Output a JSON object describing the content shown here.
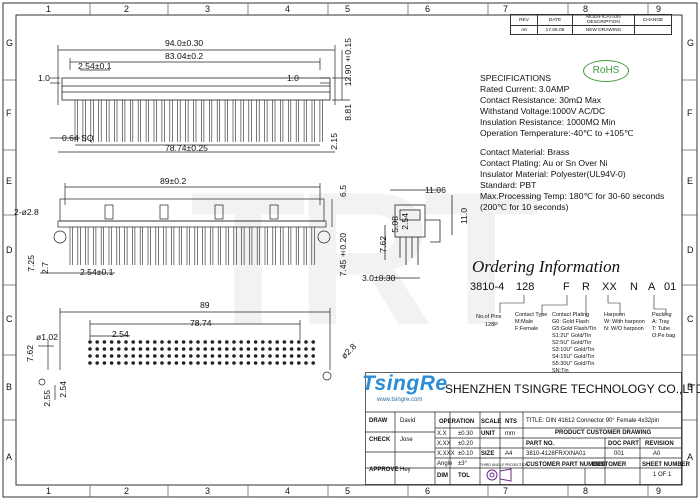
{
  "frame": {
    "cols_top": [
      "1",
      "2",
      "3",
      "4",
      "5",
      "6",
      "7",
      "8",
      "9"
    ],
    "rows_left": [
      "G",
      "F",
      "E",
      "D",
      "C",
      "B",
      "A"
    ]
  },
  "revision_table": {
    "headers": [
      "REV",
      "DATE",
      "MODIFICATION DESCRIPTION",
      "CHANGE"
    ],
    "row": [
      "A0",
      "17.05.08",
      "NEW DRAWING",
      ""
    ]
  },
  "rohs": "RoHS",
  "specifications": {
    "title": "SPECIFICATIONS",
    "lines": [
      "Rated Current: 3.0AMP",
      "Contact Resistance: 30mΩ Max",
      "Withstand Voltage:1000V AC/DC",
      "Insulation Resistance: 1000MΩ Min",
      "Operation Temperature:-40℃ to +105℃"
    ],
    "lines2": [
      "Contact Material: Brass",
      "Contact Plating: Au or Sn Over Ni",
      "Insulator Material: Polyester(UL94V-0)",
      "Standard:            PBT",
      "Max.Processing Temp: 180℃ for 30-60 seconds",
      "                      (200℃ for 10 seconds)"
    ]
  },
  "dimensions": {
    "top_view": [
      "94.0±0.30",
      "83.04±0.2",
      "2.54±0.1",
      "1.0",
      "1.0",
      "12.90±0.15",
      "8.81",
      "0.64 SQ",
      "78.74±0.25",
      "2.15"
    ],
    "front_view": [
      "89±0.2",
      "2-ø2.8",
      "6.5",
      "7.25",
      "2.7",
      "2.54±0.1",
      "7.45±0.20"
    ],
    "side_view": [
      "11.06",
      "11.0",
      "5.08",
      "2.54",
      "7.62",
      "3.0±0.30"
    ],
    "pcb_view": [
      "89",
      "78.74",
      "2.54",
      "ø1.02",
      "7.62",
      "2.55",
      "2.54",
      "ø2.8"
    ]
  },
  "ordering": {
    "title": "Ordering Information",
    "code": [
      "3810-4",
      "128",
      "F",
      "R",
      "XX",
      "N",
      "A",
      "01"
    ],
    "groups": [
      {
        "head": "No.of Pins",
        "items": [
          "128P"
        ]
      },
      {
        "head": "Contact Type",
        "items": [
          "M:Male",
          "F:Female"
        ]
      },
      {
        "head": "Contact Plating",
        "items": [
          "G0: Gold Flash",
          "G5:Gold Flash/Tin",
          "S1:2U\" Gold/Tin",
          "S2:5U\" Gold/Tin",
          "S3:10U\" Gold/Tin",
          "S4:15U\" Gold/Tin",
          "S5:30U\" Gold/Tin",
          "SN:Tin"
        ]
      },
      {
        "head": "Harpoon",
        "items": [
          "W: With harpoon",
          "N: W/O harpoon"
        ]
      },
      {
        "head": "Packing",
        "items": [
          "A: Tray",
          "T: Tube",
          "O:Pe bag"
        ]
      }
    ]
  },
  "title_block": {
    "logo": "TsingRe",
    "website": "www.tsingre.com",
    "company": "SHENZHEN TSINGRE TECHNOLOGY CO.,LTD",
    "operation": "OPERATION",
    "scale_label": "SCALE",
    "scale_value": "NTS",
    "unit_label": "UNIT",
    "unit_value": "mm",
    "size_label": "SIZE",
    "size_value": "A4",
    "tol_rows": [
      [
        "X.X",
        "±0.30"
      ],
      [
        "X.XX",
        "±0.20"
      ],
      [
        "X.XXX",
        "±0.10"
      ],
      [
        "Angle",
        "±3°"
      ]
    ],
    "dim_label": "DIM",
    "tol_label": "TOL",
    "third_angle": "THIRD ANGLE PROJECTION",
    "draw_label": "DRAW",
    "draw_name": "David",
    "check_label": "CHECK",
    "check_name": "Jose",
    "approve_label": "APPROVE",
    "approve_name": "Hey",
    "title_label": "TITLE:",
    "title_value": "DIN 41612 Connector 90° Female 4x32pin",
    "drawing_type": "PRODUCT CUSTOMER DRAWING",
    "part_no_label": "PART NO.",
    "part_no_value": "3810-4128FRXXNA01",
    "doc_part_label": "DOC PART",
    "doc_part_value": "001",
    "revision_label": "REVISION",
    "revision_value": "A0",
    "customer_part_label": "CUSTOMER PART NUMBER",
    "customer_label": "CUSTOMER",
    "sheet_label": "SHEET NUMBER",
    "sheet_value": "1 OF 1"
  },
  "watermark": "TRT"
}
